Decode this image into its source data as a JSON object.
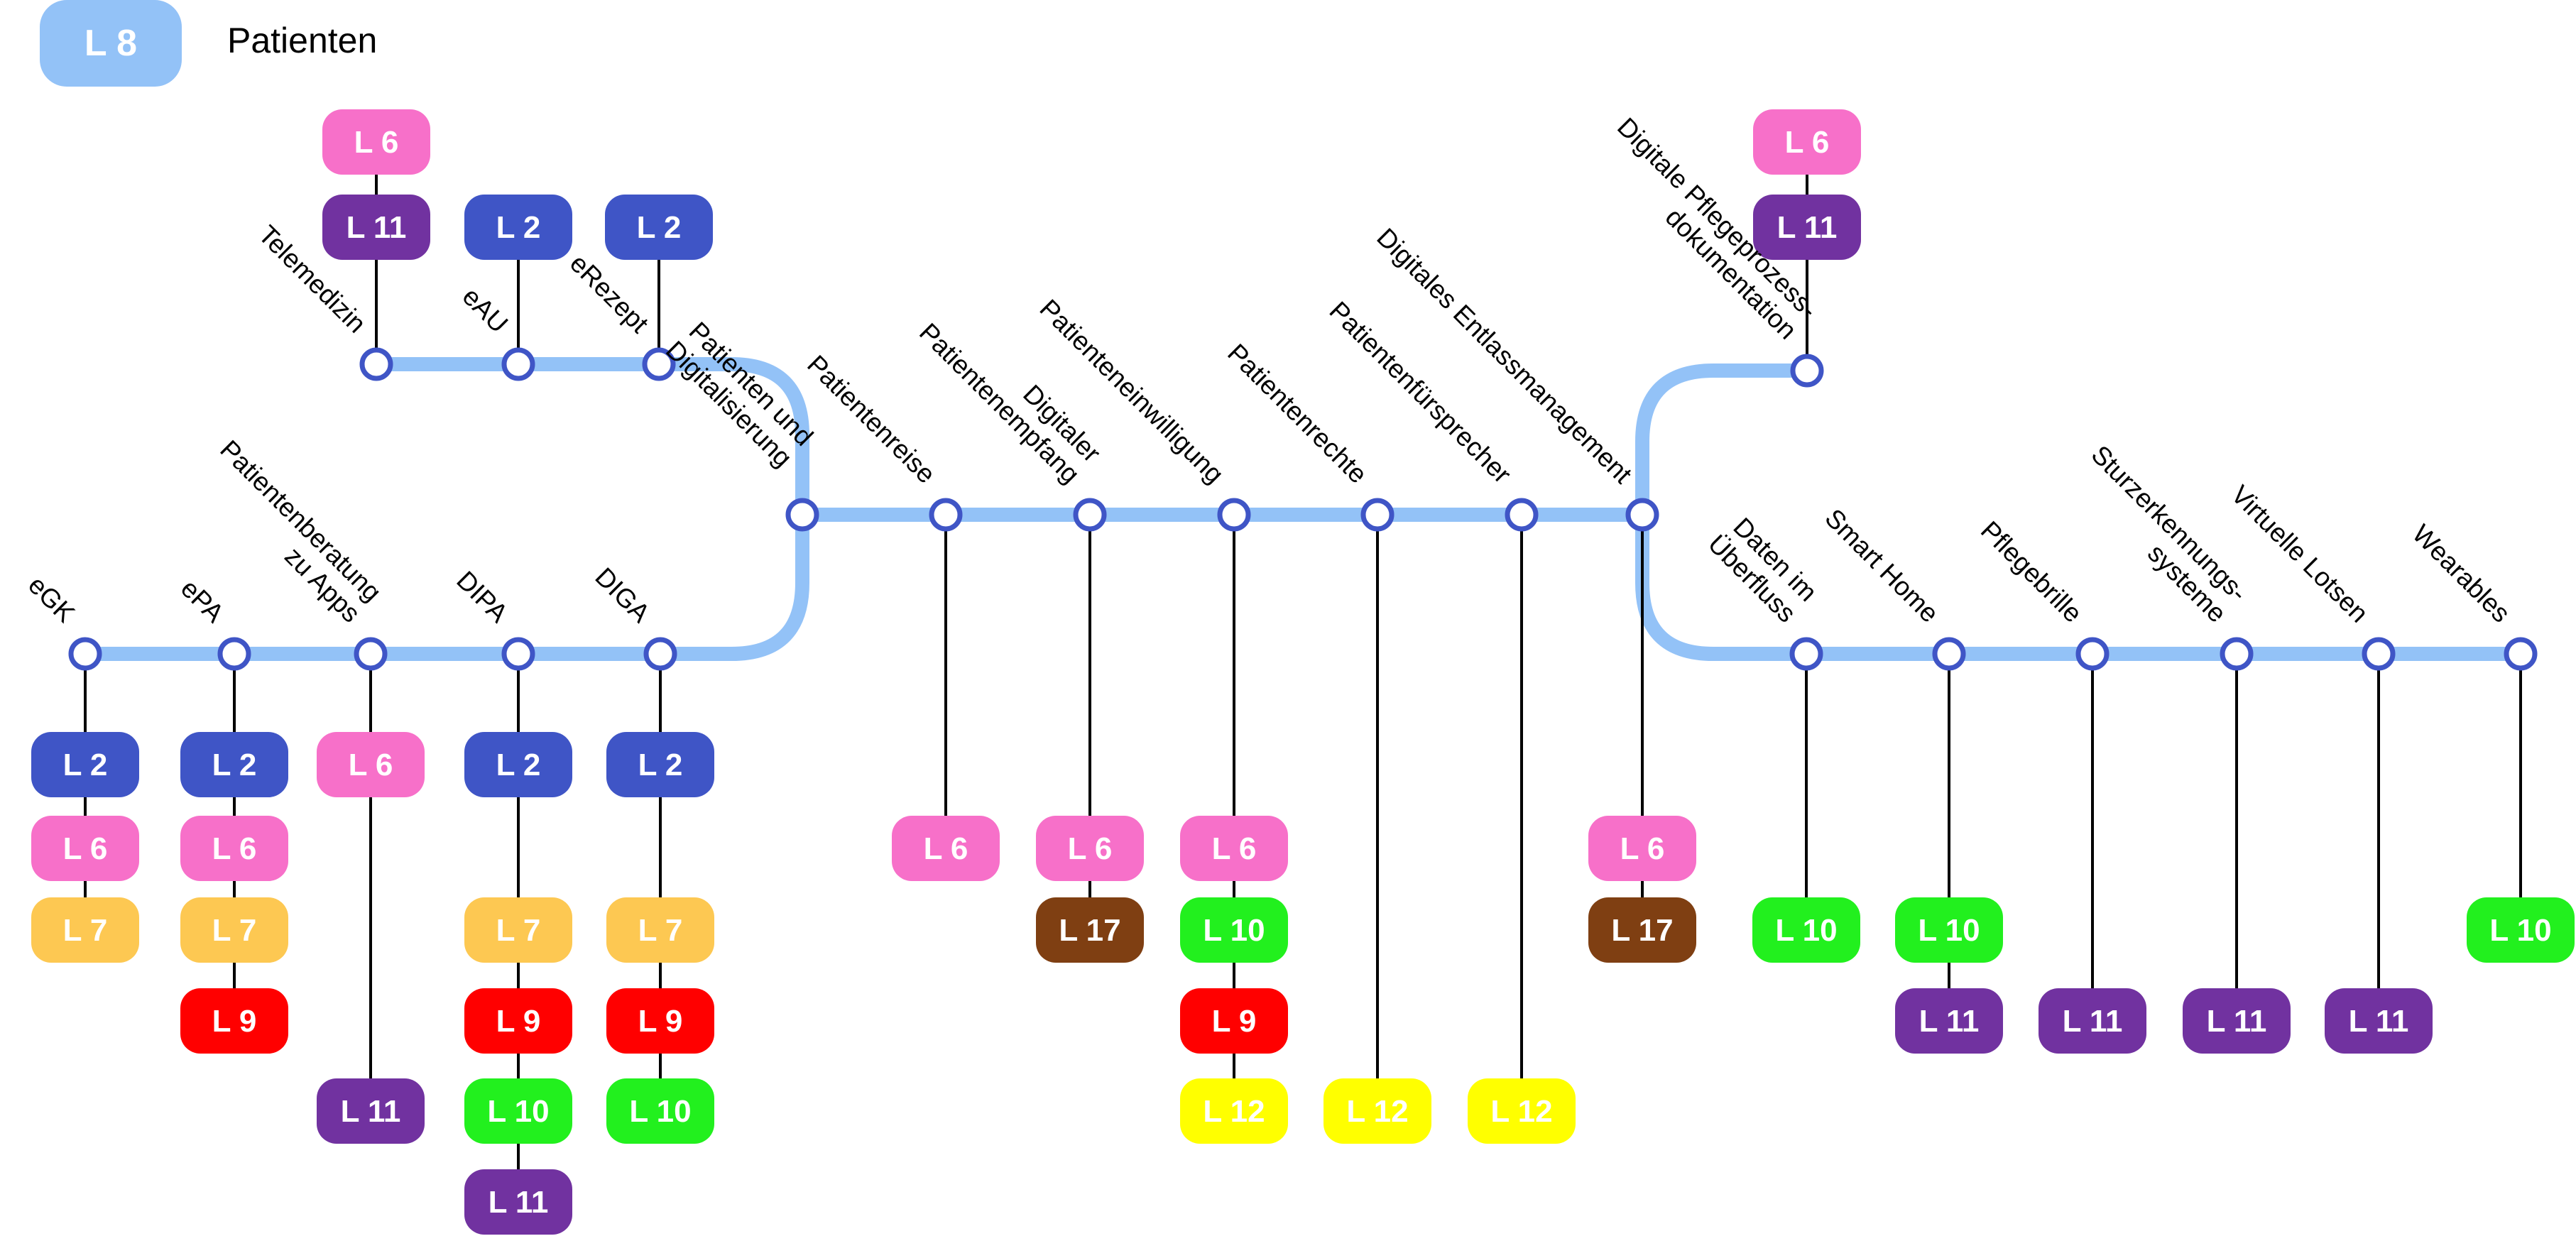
{
  "header": {
    "line_label": "L 8",
    "line_color": "#93c2f7",
    "title": "Patienten"
  },
  "line_colors": {
    "L 2": "#3f55c6",
    "L 6": "#f770c9",
    "L 7": "#fdc852",
    "L 9": "#ff0000",
    "L 10": "#22f01e",
    "L 11": "#7132a0",
    "L 12": "#ffff00",
    "L 17": "#7f3f12"
  },
  "line_text_colors": {
    "L 12": "#000000"
  },
  "stations": [
    {
      "name": "Telemedizin",
      "lines_above": [
        "L 6",
        "L 11"
      ],
      "lines_below": []
    },
    {
      "name": "eAU",
      "lines_above": [
        "L 2"
      ],
      "lines_below": []
    },
    {
      "name": "eRezept",
      "lines_above": [
        "L 2"
      ],
      "lines_below": []
    },
    {
      "name": "Patienten und Digitalisierung",
      "lines_above": [],
      "lines_below": []
    },
    {
      "name": "eGK",
      "lines_above": [],
      "lines_below": [
        "L 2",
        "L 6",
        "L 7"
      ]
    },
    {
      "name": "ePA",
      "lines_above": [],
      "lines_below": [
        "L 2",
        "L 6",
        "L 7",
        "L 9"
      ]
    },
    {
      "name": "Patientenberatung zu Apps",
      "lines_above": [],
      "lines_below": [
        "L 6",
        "L 11"
      ]
    },
    {
      "name": "DIPA",
      "lines_above": [],
      "lines_below": [
        "L 2",
        "L 7",
        "L 9",
        "L 10",
        "L 11"
      ]
    },
    {
      "name": "DIGA",
      "lines_above": [],
      "lines_below": [
        "L 2",
        "L 7",
        "L 9",
        "L 10"
      ]
    },
    {
      "name": "Patientenreise",
      "lines_above": [],
      "lines_below": [
        "L 6"
      ]
    },
    {
      "name": "Digitaler Patientenempfang",
      "lines_above": [],
      "lines_below": [
        "L 6",
        "L 17"
      ]
    },
    {
      "name": "Patienteneinwilligung",
      "lines_above": [],
      "lines_below": [
        "L 6",
        "L 10",
        "L 9",
        "L 12"
      ]
    },
    {
      "name": "Patientenrechte",
      "lines_above": [],
      "lines_below": [
        "L 12"
      ]
    },
    {
      "name": "Patientenfürsprecher",
      "lines_above": [],
      "lines_below": [
        "L 12"
      ]
    },
    {
      "name": "Digitales Entlassmanagement",
      "lines_above": [],
      "lines_below": [
        "L 6",
        "L 17"
      ]
    },
    {
      "name": "Digitale Pflegeprozess-dokumentation",
      "lines_above": [
        "L 6",
        "L 11"
      ],
      "lines_below": []
    },
    {
      "name": "Daten im Überfluss",
      "lines_above": [],
      "lines_below": [
        "L 10"
      ]
    },
    {
      "name": "Smart Home",
      "lines_above": [],
      "lines_below": [
        "L 10",
        "L 11"
      ]
    },
    {
      "name": "Pflegebrille",
      "lines_above": [],
      "lines_below": [
        "L 11"
      ]
    },
    {
      "name": "Sturzerkennungs-systeme",
      "lines_above": [],
      "lines_below": [
        "L 11"
      ]
    },
    {
      "name": "Virtuelle Lotsen",
      "lines_above": [],
      "lines_below": [
        "L 11"
      ]
    },
    {
      "name": "Wearables",
      "lines_above": [],
      "lines_below": [
        "L 10"
      ]
    }
  ]
}
